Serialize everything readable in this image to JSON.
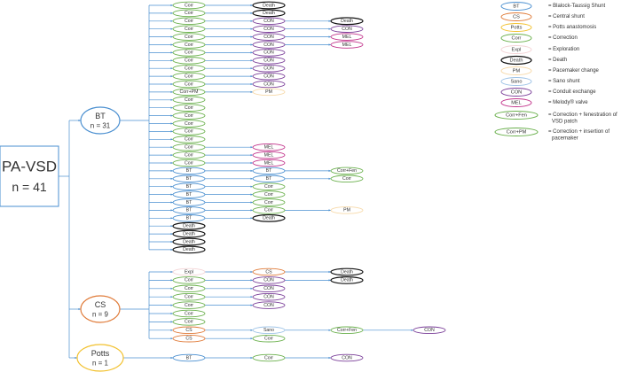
{
  "root": {
    "line1": "PA-VSD",
    "line2": "n = 41"
  },
  "groups": [
    {
      "id": "BT",
      "line1": "BT",
      "line2": "n = 31"
    },
    {
      "id": "CS",
      "line1": "CS",
      "line2": "n = 9"
    },
    {
      "id": "Potts",
      "line1": "Potts",
      "line2": "n = 1"
    }
  ],
  "chains": [
    {
      "group": "BT",
      "steps": [
        "Corr",
        "Death"
      ]
    },
    {
      "group": "BT",
      "steps": [
        "Corr",
        "Death"
      ]
    },
    {
      "group": "BT",
      "steps": [
        "Corr",
        "CON",
        "Death"
      ]
    },
    {
      "group": "BT",
      "steps": [
        "Corr",
        "CON",
        "CON"
      ]
    },
    {
      "group": "BT",
      "steps": [
        "Corr",
        "CON",
        "MEL"
      ]
    },
    {
      "group": "BT",
      "steps": [
        "Corr",
        "CON",
        "MEL"
      ]
    },
    {
      "group": "BT",
      "steps": [
        "Corr",
        "CON"
      ]
    },
    {
      "group": "BT",
      "steps": [
        "Corr",
        "CON"
      ]
    },
    {
      "group": "BT",
      "steps": [
        "Corr",
        "CON"
      ]
    },
    {
      "group": "BT",
      "steps": [
        "Corr",
        "CON"
      ]
    },
    {
      "group": "BT",
      "steps": [
        "Corr",
        "CON"
      ]
    },
    {
      "group": "BT",
      "steps": [
        "Corr+PM",
        "PM"
      ]
    },
    {
      "group": "BT",
      "steps": [
        "Corr"
      ]
    },
    {
      "group": "BT",
      "steps": [
        "Corr"
      ]
    },
    {
      "group": "BT",
      "steps": [
        "Corr"
      ]
    },
    {
      "group": "BT",
      "steps": [
        "Corr"
      ]
    },
    {
      "group": "BT",
      "steps": [
        "Corr"
      ]
    },
    {
      "group": "BT",
      "steps": [
        "Corr"
      ]
    },
    {
      "group": "BT",
      "steps": [
        "Corr",
        "MEL"
      ]
    },
    {
      "group": "BT",
      "steps": [
        "Corr",
        "MEL"
      ]
    },
    {
      "group": "BT",
      "steps": [
        "Corr",
        "MEL"
      ]
    },
    {
      "group": "BT",
      "steps": [
        "BT",
        "BT",
        "Corr+Fen"
      ]
    },
    {
      "group": "BT",
      "steps": [
        "BT",
        "BT",
        "Corr"
      ]
    },
    {
      "group": "BT",
      "steps": [
        "BT",
        "Corr"
      ]
    },
    {
      "group": "BT",
      "steps": [
        "BT",
        "Corr"
      ]
    },
    {
      "group": "BT",
      "steps": [
        "BT",
        "Corr"
      ]
    },
    {
      "group": "BT",
      "steps": [
        "BT",
        "Corr",
        "PM"
      ]
    },
    {
      "group": "BT",
      "steps": [
        "BT",
        "Death"
      ]
    },
    {
      "group": "BT",
      "steps": [
        "Death"
      ]
    },
    {
      "group": "BT",
      "steps": [
        "Death"
      ]
    },
    {
      "group": "BT",
      "steps": [
        "Death"
      ]
    },
    {
      "group": "BT",
      "steps": [
        "Death"
      ]
    },
    {
      "group": "CS",
      "steps": [
        "Expl",
        "CS",
        "Death"
      ]
    },
    {
      "group": "CS",
      "steps": [
        "Corr",
        "CON",
        "Death"
      ]
    },
    {
      "group": "CS",
      "steps": [
        "Corr",
        "CON"
      ]
    },
    {
      "group": "CS",
      "steps": [
        "Corr",
        "CON"
      ]
    },
    {
      "group": "CS",
      "steps": [
        "Corr",
        "CON"
      ]
    },
    {
      "group": "CS",
      "steps": [
        "Corr"
      ]
    },
    {
      "group": "CS",
      "steps": [
        "Corr"
      ]
    },
    {
      "group": "CS",
      "steps": [
        "CS",
        "Sano",
        "Corr+Fen",
        "CON"
      ]
    },
    {
      "group": "CS",
      "steps": [
        "CS",
        "Corr"
      ]
    },
    {
      "group": "Potts",
      "steps": [
        "BT",
        "Corr",
        "CON"
      ]
    }
  ],
  "legend": [
    {
      "abbr": "BT",
      "desc": [
        "= Blalock-Taussig Shunt"
      ]
    },
    {
      "abbr": "CS",
      "desc": [
        "= Central shunt"
      ]
    },
    {
      "abbr": "Potts",
      "desc": [
        "= Potts anastomosis"
      ]
    },
    {
      "abbr": "Corr",
      "desc": [
        "= Correction"
      ]
    },
    {
      "abbr": "Expl",
      "desc": [
        "= Exploration"
      ]
    },
    {
      "abbr": "Death",
      "desc": [
        "= Death"
      ]
    },
    {
      "abbr": "PM",
      "desc": [
        "= Pacemaker change"
      ]
    },
    {
      "abbr": "Sano",
      "desc": [
        "= Sano shunt"
      ]
    },
    {
      "abbr": "CON",
      "desc": [
        "= Conduit exchange"
      ]
    },
    {
      "abbr": "MEL",
      "desc": [
        "= Melody® valve"
      ]
    },
    {
      "abbr": "Corr+Fen",
      "desc": [
        "= Correction + fenestration of",
        "VSD patch"
      ]
    },
    {
      "abbr": "Corr+PM",
      "desc": [
        "= Correction + insertion of",
        "pacemaker"
      ]
    }
  ],
  "colors": {
    "BT": "#4a8fd0",
    "CS": "#e07b39",
    "Potts": "#f2c12e",
    "Corr": "#6ab04c",
    "Expl": "#f4d4d6",
    "Death": "#111111",
    "PM": "#f7d9a8",
    "Sano": "#9ec3e6",
    "CON": "#7b3f99",
    "MEL": "#c2338b",
    "Corr+Fen": "#6ab04c",
    "Corr+PM": "#6ab04c",
    "root": "#4a8fd0",
    "arrow": "#4a8fd0",
    "text": "#333333"
  }
}
